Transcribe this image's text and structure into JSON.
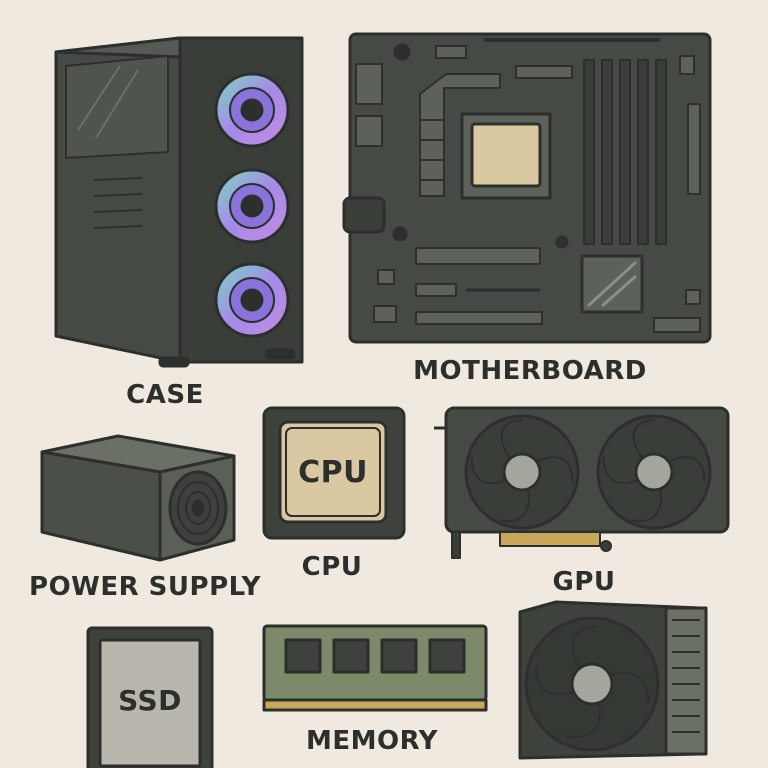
{
  "components": [
    {
      "id": "case",
      "label": "CASE"
    },
    {
      "id": "motherboard",
      "label": "MOTHERBOARD"
    },
    {
      "id": "power_supply",
      "label": "POWER SUPPLY"
    },
    {
      "id": "cpu",
      "label": "CPU",
      "chip_text": "CPU"
    },
    {
      "id": "gpu",
      "label": "GPU"
    },
    {
      "id": "ssd",
      "label": "",
      "chip_text": "SSD"
    },
    {
      "id": "memory",
      "label": "MEMORY"
    },
    {
      "id": "cooler",
      "label": ""
    }
  ],
  "colors": {
    "background": "#efe9df",
    "outline": "#2c2f2c",
    "panel": "#3e423d",
    "panel_light": "#545a52",
    "chip": "#d9c8a2",
    "ram_green": "#7c8a6a",
    "gold": "#c7a85a",
    "ssd_body": "#b9b6ad"
  },
  "icons": [
    "pc-case-icon",
    "motherboard-icon",
    "power-supply-icon",
    "cpu-chip-icon",
    "gpu-icon",
    "ssd-icon",
    "memory-module-icon",
    "cpu-cooler-icon"
  ]
}
